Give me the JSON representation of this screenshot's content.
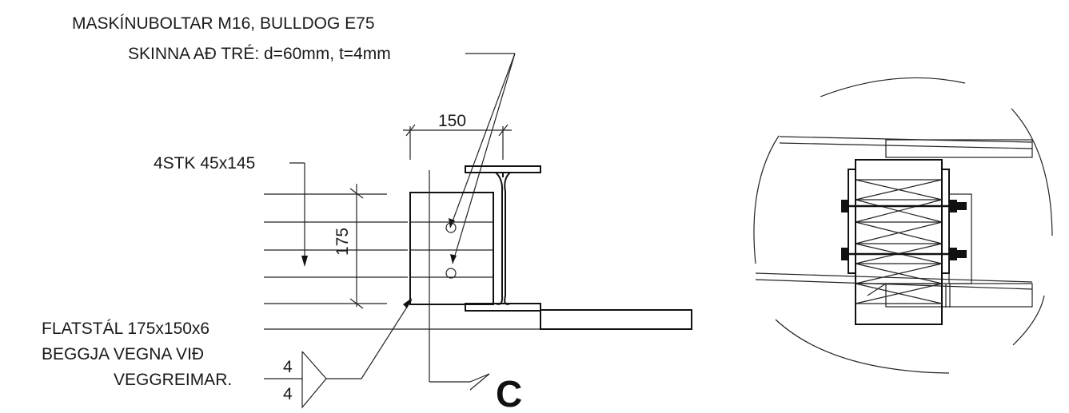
{
  "labels": {
    "bolts": "MASKÍNUBOLTAR  M16, BULLDOG E75",
    "plate": "SKINNA AÐ TRÉ: d=60mm, t=4mm",
    "boards": "4STK  45x145",
    "flatsteel": "FLATSTÁL  175x150x6",
    "both_sides_1": "BEGGJA  VEGNA  VIÐ",
    "both_sides_2": "VEGGREIMAR.",
    "weld_top": "4",
    "weld_bottom": "4",
    "section_mark": "C"
  },
  "dimensions": {
    "width_150": "150",
    "height_175": "175"
  }
}
